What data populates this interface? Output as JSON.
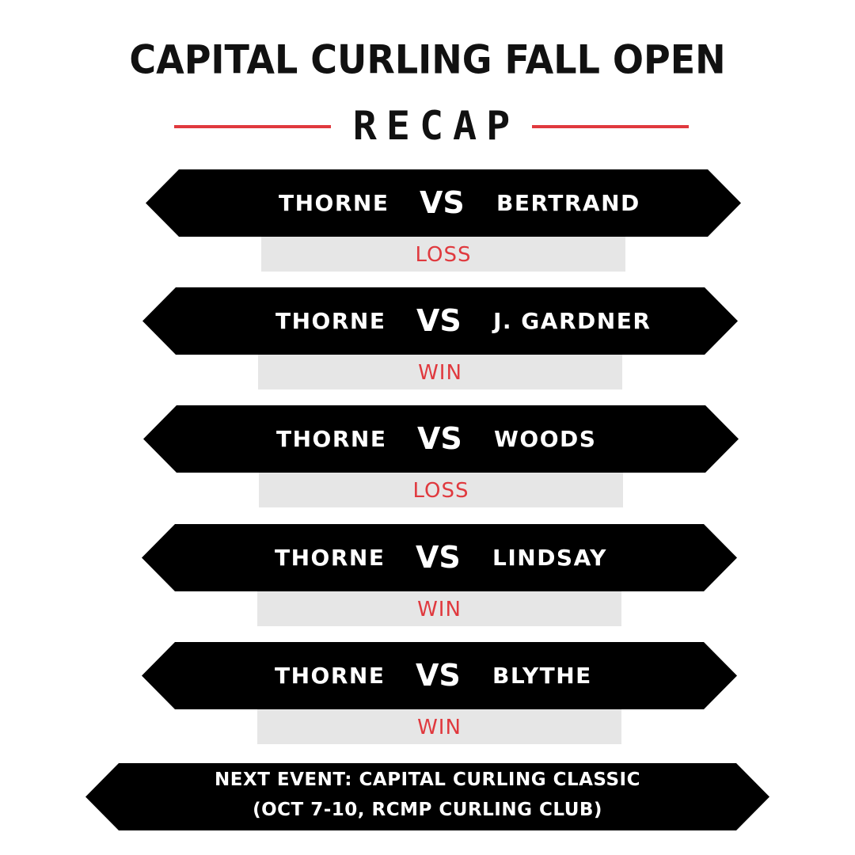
{
  "header": {
    "title": "CAPITAL CURLING FALL OPEN",
    "subtitle": "RECAP",
    "accent_color": "#e0393e"
  },
  "matches": [
    {
      "team": "THORNE",
      "vs": "VS",
      "opponent": "BERTRAND",
      "result": "LOSS"
    },
    {
      "team": "THORNE",
      "vs": "VS",
      "opponent": "J. GARDNER",
      "result": "WIN"
    },
    {
      "team": "THORNE",
      "vs": "VS",
      "opponent": "WOODS",
      "result": "LOSS"
    },
    {
      "team": "THORNE",
      "vs": "VS",
      "opponent": "LINDSAY",
      "result": "WIN"
    },
    {
      "team": "THORNE",
      "vs": "VS",
      "opponent": "BLYTHE",
      "result": "WIN"
    }
  ],
  "footer": {
    "line1": "NEXT EVENT: CAPITAL CURLING CLASSIC",
    "line2": "(OCT 7-10, RCMP CURLING CLUB)"
  }
}
